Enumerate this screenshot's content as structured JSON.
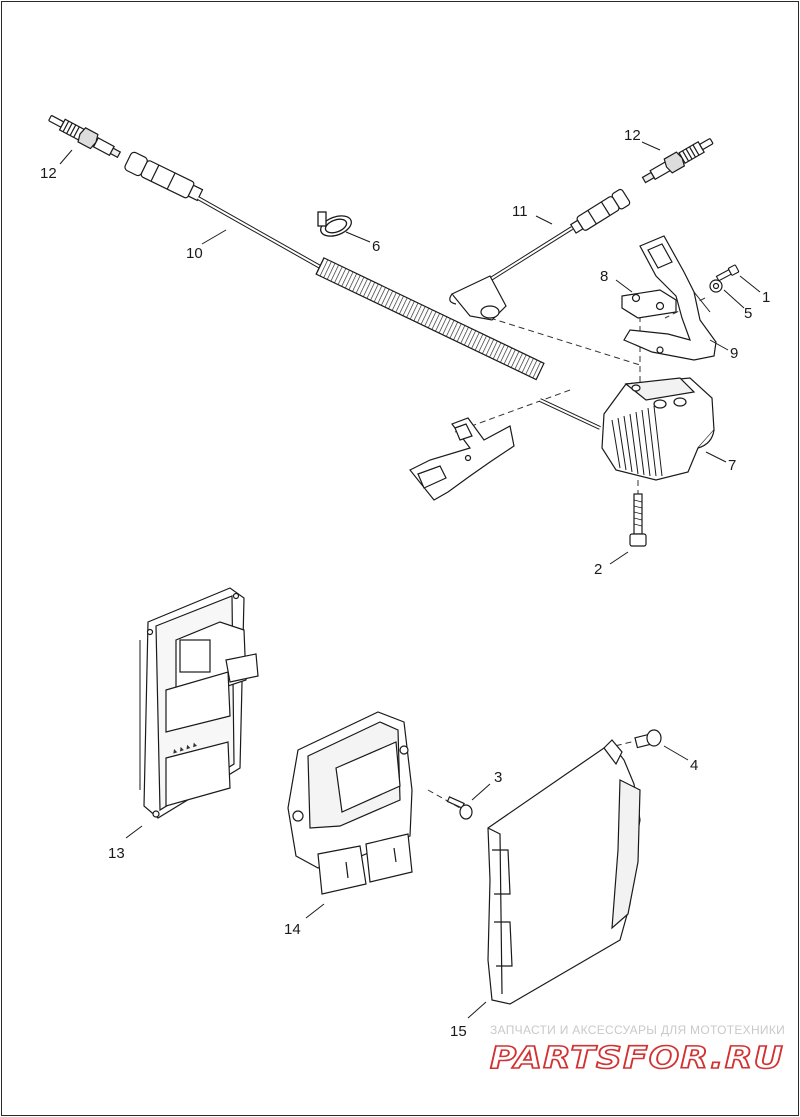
{
  "callouts": {
    "c1": "1",
    "c2": "2",
    "c3": "3",
    "c4": "4",
    "c5": "5",
    "c6": "6",
    "c7": "7",
    "c8": "8",
    "c9": "9",
    "c10": "10",
    "c11": "11",
    "c12a": "12",
    "c12b": "12",
    "c13": "13",
    "c14": "14",
    "c15": "15"
  },
  "watermark": {
    "caption": "ЗАПЧАСТИ И АКСЕССУАРЫ ДЛЯ МОТОТЕХНИКИ",
    "logo": "PARTSFOR.RU",
    "color": "#d23232"
  }
}
